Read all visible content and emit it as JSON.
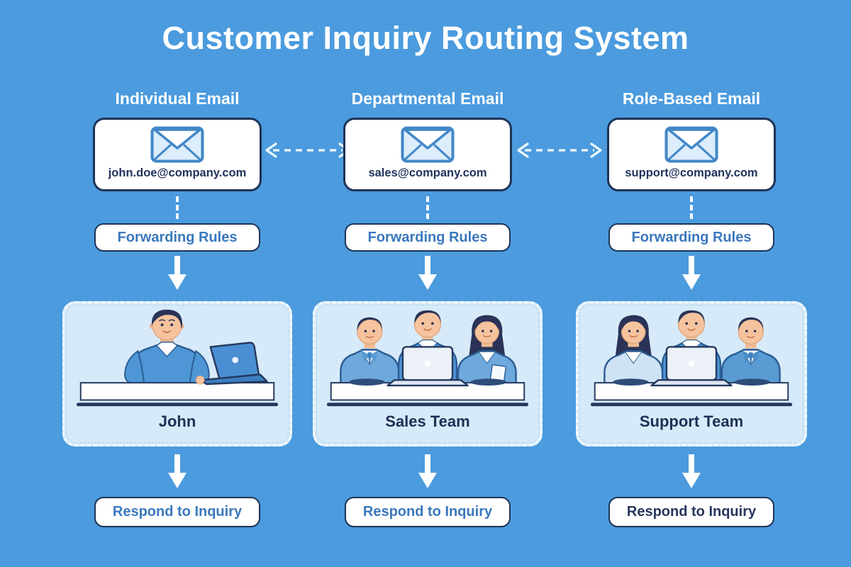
{
  "title": "Customer Inquiry Routing System",
  "columns": [
    {
      "header": "Individual Email",
      "email": "john.doe@company.com",
      "forwarding": "Forwarding Rules",
      "team": "John",
      "respond": "Respond to Inquiry",
      "respond_color": "#3A78BD",
      "illustration": "man-at-laptop"
    },
    {
      "header": "Departmental Email",
      "email": "sales@company.com",
      "forwarding": "Forwarding Rules",
      "team": "Sales Team",
      "respond": "Respond to Inquiry",
      "respond_color": "#3A78BD",
      "illustration": "three-people-at-desk"
    },
    {
      "header": "Role-Based Email",
      "email": "support@company.com",
      "forwarding": "Forwarding Rules",
      "team": "Support Team",
      "respond": "Respond to Inquiry",
      "respond_color": "#26365E",
      "illustration": "three-people-at-desk"
    }
  ],
  "icons": {
    "envelope": "✉",
    "down_arrow": "↓",
    "bidirectional_dashed_arrow": "↔"
  },
  "colors": {
    "background": "#4B9BDE",
    "panel_border": "#1E3356",
    "accent_blue_text": "#3A78BD",
    "navy_text": "#1F2F55",
    "pale_box_bg": "#D7EAF9"
  }
}
